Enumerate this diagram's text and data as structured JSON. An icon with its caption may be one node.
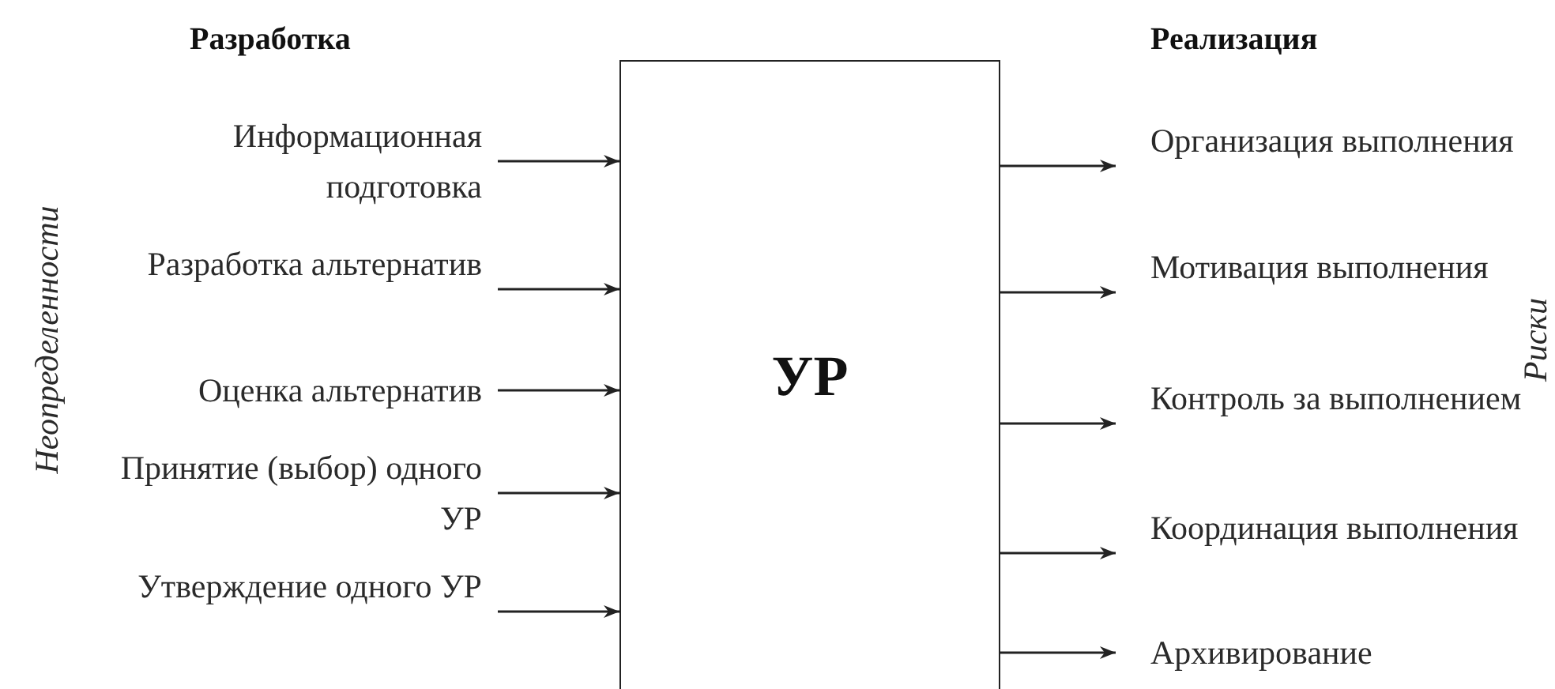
{
  "diagram": {
    "nodes": [
      {
        "text": [
          "Информационная подготовка"
        ]
      },
      {
        "text": [
          "Разработка альтернатив"
        ]
      },
      {
        "text": [
          "Оценка альтернатив"
        ]
      },
      {
        "text": [
          "Принятие (выбор) одного УР"
        ]
      },
      {
        "text": [
          "Утверждение одного УР"
        ]
      },
      {
        "text": [
          "УР"
        ]
      },
      {
        "text": [
          "Организация выполнения"
        ]
      },
      {
        "text": [
          "Мотивация выполнения"
        ]
      },
      {
        "text": [
          "Контроль за выполнением"
        ]
      },
      {
        "text": [
          "Координация выполнения"
        ]
      },
      {
        "text": [
          "Архивирование"
        ]
      }
    ],
    "edges": [
      {
        "from": 0,
        "to": 5,
        "arrow": "to"
      },
      {
        "from": 1,
        "to": 5,
        "arrow": "to"
      },
      {
        "from": 2,
        "to": 5,
        "arrow": "to"
      },
      {
        "from": 3,
        "to": 5,
        "arrow": "to"
      },
      {
        "from": 4,
        "to": 5,
        "arrow": "to"
      },
      {
        "from": 5,
        "to": 6,
        "arrow": "to"
      },
      {
        "from": 5,
        "to": 7,
        "arrow": "to"
      },
      {
        "from": 5,
        "to": 8,
        "arrow": "to"
      },
      {
        "from": 5,
        "to": 9,
        "arrow": "to"
      },
      {
        "from": 5,
        "to": 10,
        "arrow": "to"
      }
    ],
    "labels": [
      "Разработка",
      "Реализация",
      "Неопределенности",
      "Риски"
    ]
  }
}
